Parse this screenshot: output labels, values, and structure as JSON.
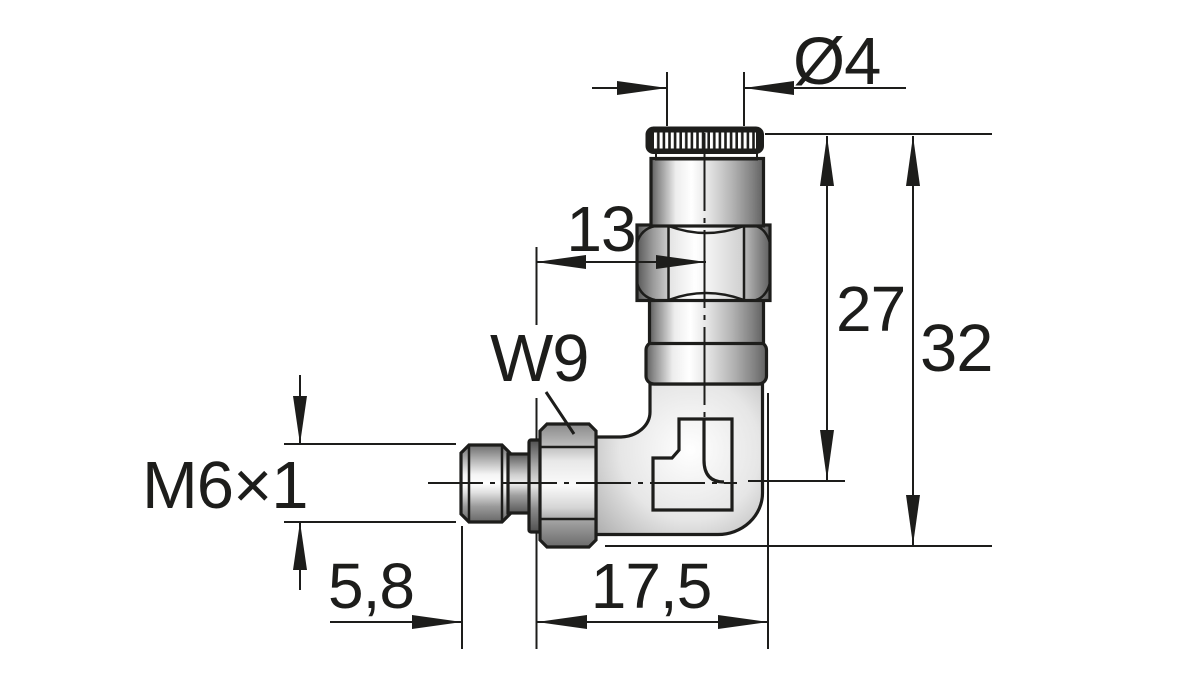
{
  "drawing": {
    "colors": {
      "line": "#1d1d1b",
      "background": "#ffffff",
      "metal_highlight": "#ffffff",
      "metal_shadow": "#5e5e5e",
      "release_ring": "#1d1d1b"
    },
    "dims": {
      "tube_diameter": "Ø4",
      "hex_offset": "13",
      "wrench_size": "W9",
      "thread": "M6×1",
      "height_to_axis": "27",
      "overall_height": "32",
      "thread_length": "5,8",
      "depth_to_axis": "17,5"
    }
  }
}
